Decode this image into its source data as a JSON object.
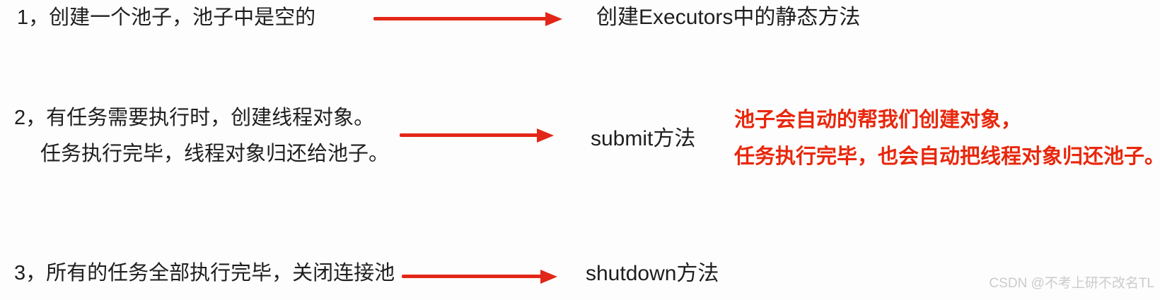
{
  "colors": {
    "arrow_red": "#e22718",
    "note_red": "#e8270c",
    "text_black": "#1e1e1e",
    "watermark_gray": "#cbcbcb",
    "background": "#fdfdfd"
  },
  "steps": [
    {
      "lines": [
        "1，创建一个池子，池子中是空的"
      ],
      "method": "创建Executors中的静态方法",
      "note_lines": []
    },
    {
      "lines": [
        "2，有任务需要执行时，创建线程对象。",
        "任务执行完毕，线程对象归还给池子。"
      ],
      "method": "submit方法",
      "note_lines": [
        "池子会自动的帮我们创建对象，",
        "任务执行完毕，也会自动把线程对象归还池子。"
      ]
    },
    {
      "lines": [
        "3，所有的任务全部执行完毕，关闭连接池"
      ],
      "method": "shutdown方法",
      "note_lines": []
    }
  ],
  "watermark": "CSDN @不考上研不改名TL"
}
